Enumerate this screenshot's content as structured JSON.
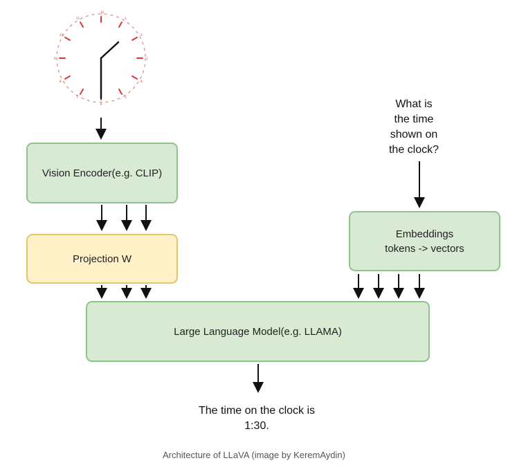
{
  "diagram": {
    "clock": {
      "label": "clock-icon"
    },
    "boxes": {
      "vision_encoder": "Vision Encoder(e.g. CLIP)",
      "projection": "Projection W",
      "embeddings": "Embeddings\ntokens -> vectors",
      "llm": "Large Language Model(e.g. LLAMA)"
    },
    "question": "What is\nthe time\nshown on\nthe clock?",
    "output": "The time on the clock is\n1:30.",
    "caption": "Architecture of LLaVA (image by KeremAydin)"
  },
  "colors": {
    "green_fill": "#d8ead3",
    "green_border": "#8ec48a",
    "yellow_fill": "#fff0c8",
    "yellow_border": "#e3c56d",
    "clock_red": "#e03434",
    "arrow": "#111111"
  }
}
